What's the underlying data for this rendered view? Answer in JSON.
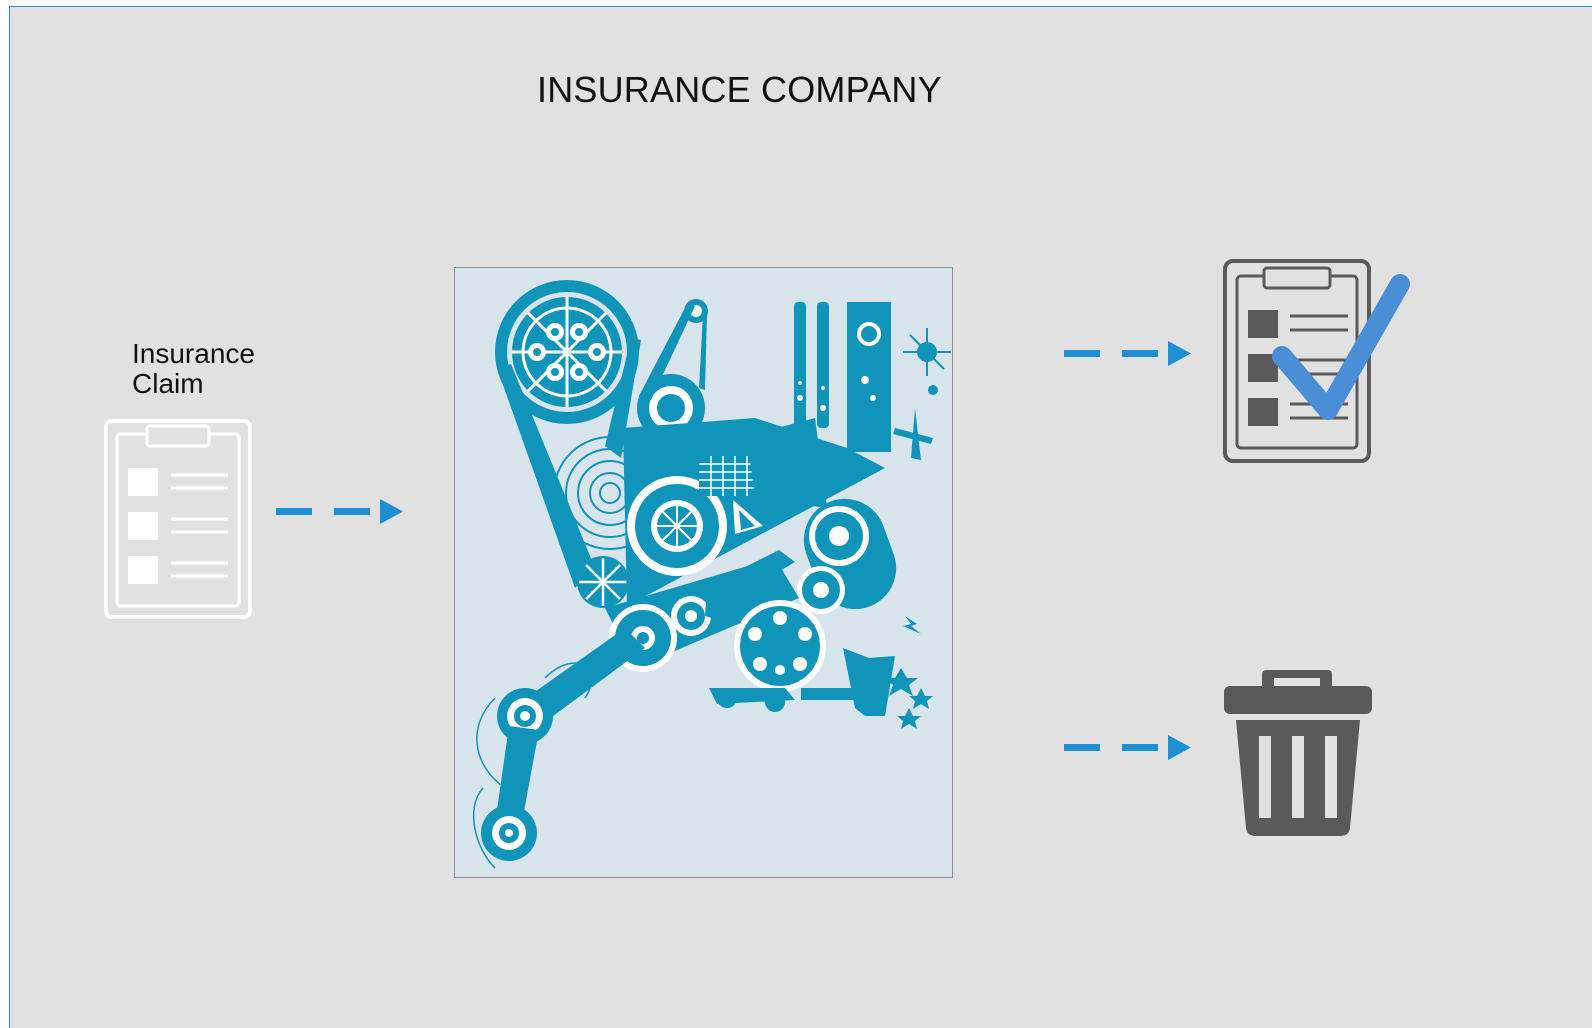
{
  "diagram": {
    "title": "INSURANCE COMPANY",
    "input": {
      "label_line1": "Insurance",
      "label_line2": "Claim",
      "icon": "clipboard-icon"
    },
    "process": {
      "icon": "machine-illustration"
    },
    "outputs": [
      {
        "icon": "approved-clipboard-icon"
      },
      {
        "icon": "trash-can-icon"
      }
    ],
    "colors": {
      "background": "#e1e1e1",
      "arrow": "#1f8fd4",
      "machine": "#1194b9",
      "machine_panel": "#d8e4ec",
      "icon_gray": "#5a5a5a",
      "check": "#4a8ed6",
      "white_icon": "#ffffff"
    }
  }
}
